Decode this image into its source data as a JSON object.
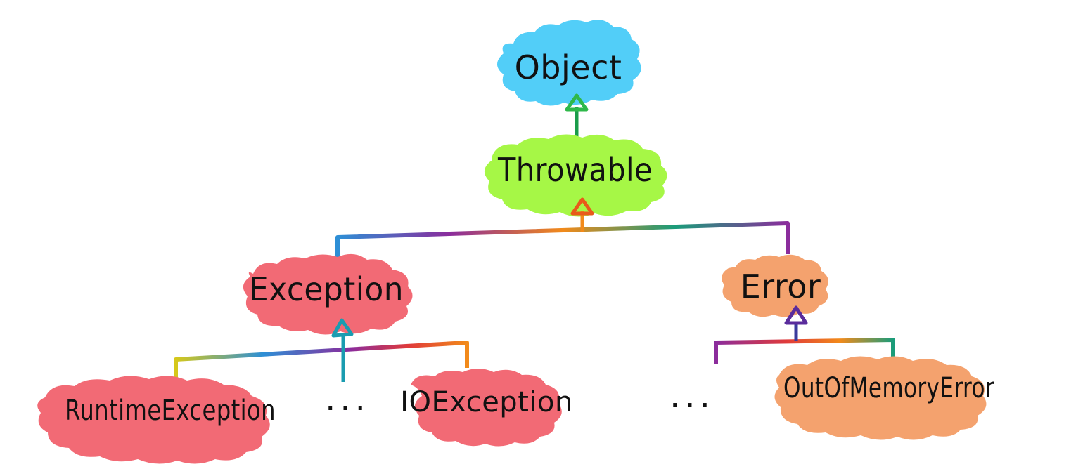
{
  "diagram": {
    "colors": {
      "object": "#52cef8",
      "throwable": "#a6f746",
      "exception": "#f26a75",
      "error": "#f4a26e",
      "stroke_a": "#2d8fd6",
      "stroke_b": "#8b2c9c",
      "stroke_c": "#f28a1a",
      "stroke_d": "#1a9c7a",
      "stroke_e": "#e03a3a",
      "stroke_f": "#d6c81a"
    },
    "nodes": {
      "object": "Object",
      "throwable": "Throwable",
      "exception": "Exception",
      "error": "Error",
      "runtime_exception": "RuntimeException",
      "io_exception": "IOException",
      "out_of_memory_error": "OutOfMemoryError"
    },
    "ellipsis_exception": "...",
    "ellipsis_error": "..."
  }
}
